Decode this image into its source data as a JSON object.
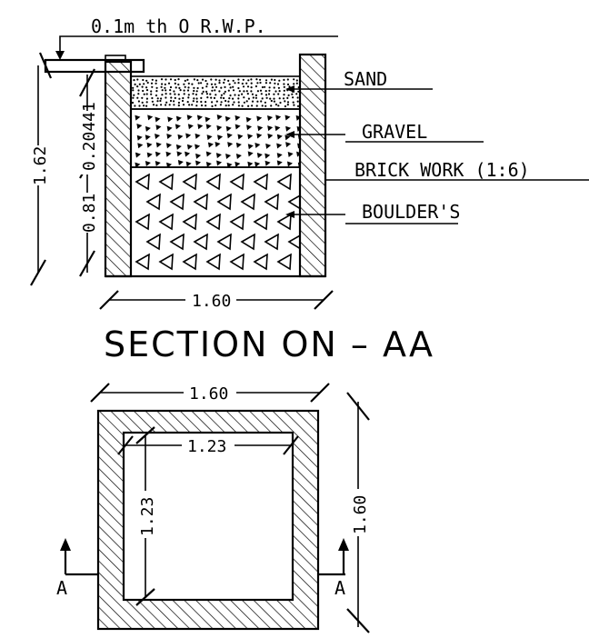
{
  "section": {
    "pipe_label": "0.1m th O R.W.P.",
    "layers": {
      "sand": "SAND",
      "gravel": "GRAVEL",
      "brick": "BRICK WORK (1:6)",
      "boulders": "BOULDER'S"
    },
    "dims": {
      "total_height": "1.62",
      "upper_stack": "0.20441",
      "boulder_height": "0.81",
      "width": "1.60"
    },
    "title": "SECTION ON – AA"
  },
  "plan": {
    "outer_width": "1.60",
    "outer_height": "1.60",
    "inner_width": "1.23",
    "inner_height": "1.23",
    "cut_left": "A",
    "cut_right": "A"
  }
}
